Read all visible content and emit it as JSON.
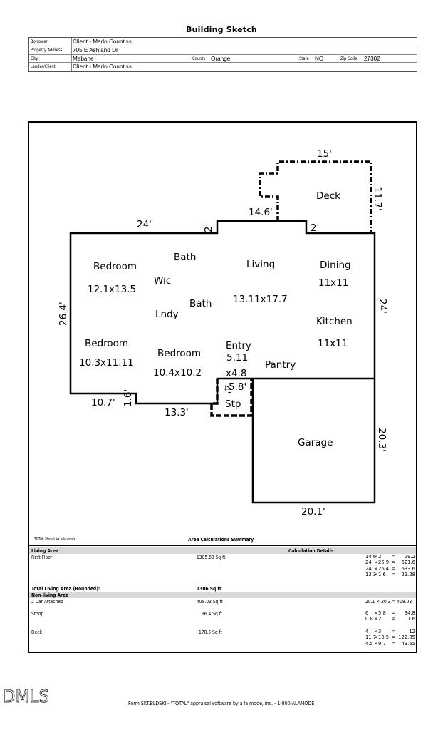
{
  "title": "Building Sketch",
  "info": {
    "borrower_label": "Borrower",
    "borrower": "Client - Marlo Countiss",
    "address_label": "Property Address",
    "address": "705 E Ashland Dr",
    "city_label": "City",
    "city": "Mebane",
    "county_label": "County",
    "county": "Orange",
    "state_label": "State",
    "state": "NC",
    "zip_label": "Zip Code",
    "zip": "27302",
    "lender_label": "Lender/Client",
    "lender": "Client - Marlo Countiss"
  },
  "sketch": {
    "rooms": {
      "bedroom1": "Bedroom",
      "bedroom1_size": "12.1x13.5",
      "bath1": "Bath",
      "wic": "Wic",
      "bath2": "Bath",
      "lndy": "Lndy",
      "living": "Living",
      "living_size": "13.11x17.7",
      "dining": "Dining",
      "dining_size": "11x11",
      "kitchen": "Kitchen",
      "kitchen_size": "11x11",
      "bedroom2": "Bedroom",
      "bedroom2_size": "10.3x11.11",
      "bedroom3": "Bedroom",
      "bedroom3_size": "10.4x10.2",
      "entry": "Entry",
      "entry_size1": "5.11",
      "entry_size2": "x4.8",
      "pantry": "Pantry",
      "stp": "Stp",
      "deck": "Deck",
      "garage": "Garage"
    },
    "dims": {
      "top_left": "24'",
      "top_2a": "2'",
      "deck_top": "15'",
      "deck_right": "11.7'",
      "deck_left": "14.6'",
      "deck_2b": "2'",
      "left": "26.4'",
      "right": "24'",
      "bottom_left": "10.7'",
      "jog": "1.6'",
      "bottom_mid": "13.3'",
      "stoop_4": "4'",
      "stoop_58": "5.8'",
      "garage_right": "20.3'",
      "garage_bottom": "20.1'"
    }
  },
  "caption_left": "TOTAL Sketch by a la mode",
  "summary": {
    "title": "Area Calculations Summary",
    "living_area_label": "Living Area",
    "calc_details_label": "Calculation Details",
    "first_floor_label": "First Floor",
    "first_floor_value": "1305.68 Sq ft",
    "first_floor_calcs": [
      [
        "14.6",
        "×",
        "2",
        "=",
        "29.2"
      ],
      [
        "24",
        "×",
        "25.9",
        "=",
        "621.6"
      ],
      [
        "24",
        "×",
        "26.4",
        "=",
        "633.6"
      ],
      [
        "13.3",
        "×",
        "1.6",
        "=",
        "21.28"
      ]
    ],
    "total_label": "Total Living Area (Rounded):",
    "total_value": "1306 Sq ft",
    "nonliving_label": "Non-living Area",
    "garage_label": "2 Car Attached",
    "garage_value": "408.03 Sq ft",
    "garage_calc": "20.1 × 20.3 = 408.03",
    "stoop_label": "Stoop",
    "stoop_value": "36.4 Sq ft",
    "stoop_calcs": [
      [
        "6",
        "×",
        "5.8",
        "=",
        "34.8"
      ],
      [
        "0.8",
        "×",
        "2",
        "=",
        "1.6"
      ]
    ],
    "deck_label": "Deck",
    "deck_value": "178.5 Sq ft",
    "deck_calcs": [
      [
        "4",
        "×",
        "3",
        "=",
        "12"
      ],
      [
        "11.7",
        "×",
        "10.5",
        "=",
        "122.85"
      ],
      [
        "4.5",
        "×",
        "9.7",
        "=",
        "43.65"
      ]
    ]
  },
  "logo": "DMLS",
  "footer": "Form SKT.BLDSKI - \"TOTAL\" appraisal software by a la mode, inc. - 1-800-ALAMODE"
}
